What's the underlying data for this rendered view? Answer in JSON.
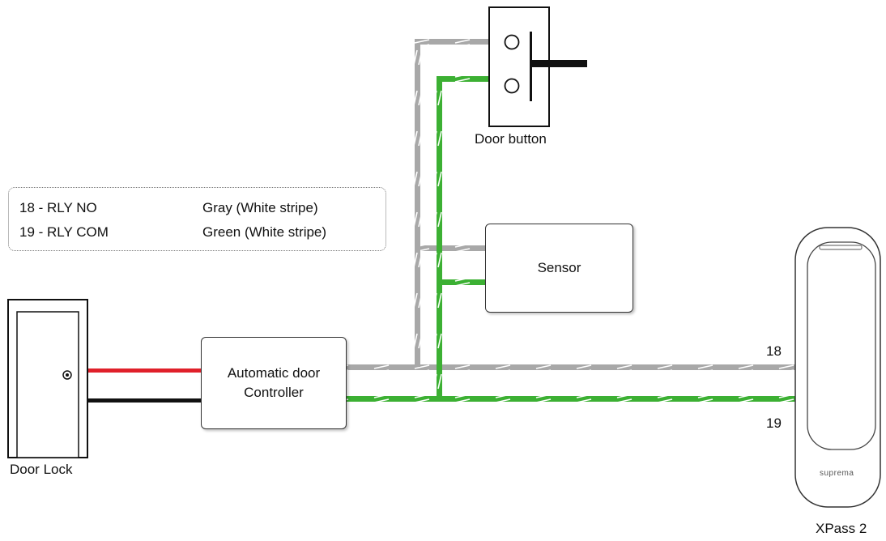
{
  "legend": {
    "rows": [
      {
        "pin": "18  -  RLY NO",
        "color": "Gray (White stripe)"
      },
      {
        "pin": "19  -  RLY COM",
        "color": "Green (White stripe)"
      }
    ]
  },
  "components": {
    "door_button": "Door button",
    "sensor": "Sensor",
    "controller_line1": "Automatic door",
    "controller_line2": "Controller",
    "door_lock": "Door Lock",
    "device": "XPass 2",
    "brand": "suprema"
  },
  "pins": {
    "top": "18",
    "bottom": "19"
  },
  "colors": {
    "gray_wire": "#a8a8a8",
    "green_wire": "#3cb033",
    "red_wire": "#e0202a",
    "black_wire": "#111111"
  }
}
